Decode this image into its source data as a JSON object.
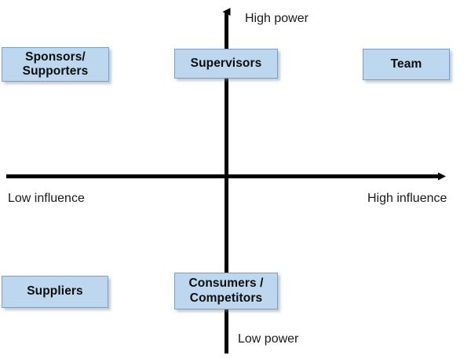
{
  "diagram": {
    "type": "power-influence-stakeholder-matrix",
    "axes": {
      "vertical": {
        "top_label": "High power",
        "bottom_label": "Low power"
      },
      "horizontal": {
        "left_label": "Low influence",
        "right_label": "High influence"
      }
    },
    "colors": {
      "box_fill": "#bdd7ee",
      "box_border": "#7c9fc0",
      "axis": "#000000",
      "text": "#0d0d0d",
      "background": "#ffffff"
    },
    "boxes": [
      {
        "id": "sponsors",
        "label": "Sponsors/\nSupporters",
        "line1": "Sponsors/",
        "line2": "Supporters",
        "quadrant": "top-left"
      },
      {
        "id": "supervisors",
        "label": "Supervisors",
        "line1": "Supervisors",
        "line2": "",
        "quadrant": "top-center"
      },
      {
        "id": "team",
        "label": "Team",
        "line1": "Team",
        "line2": "",
        "quadrant": "top-right"
      },
      {
        "id": "suppliers",
        "label": "Suppliers",
        "line1": "Suppliers",
        "line2": "",
        "quadrant": "bottom-left"
      },
      {
        "id": "consumers",
        "label": "Consumers /\nCompetitors",
        "line1": "Consumers /",
        "line2": "Competitors",
        "quadrant": "bottom-center"
      }
    ]
  }
}
